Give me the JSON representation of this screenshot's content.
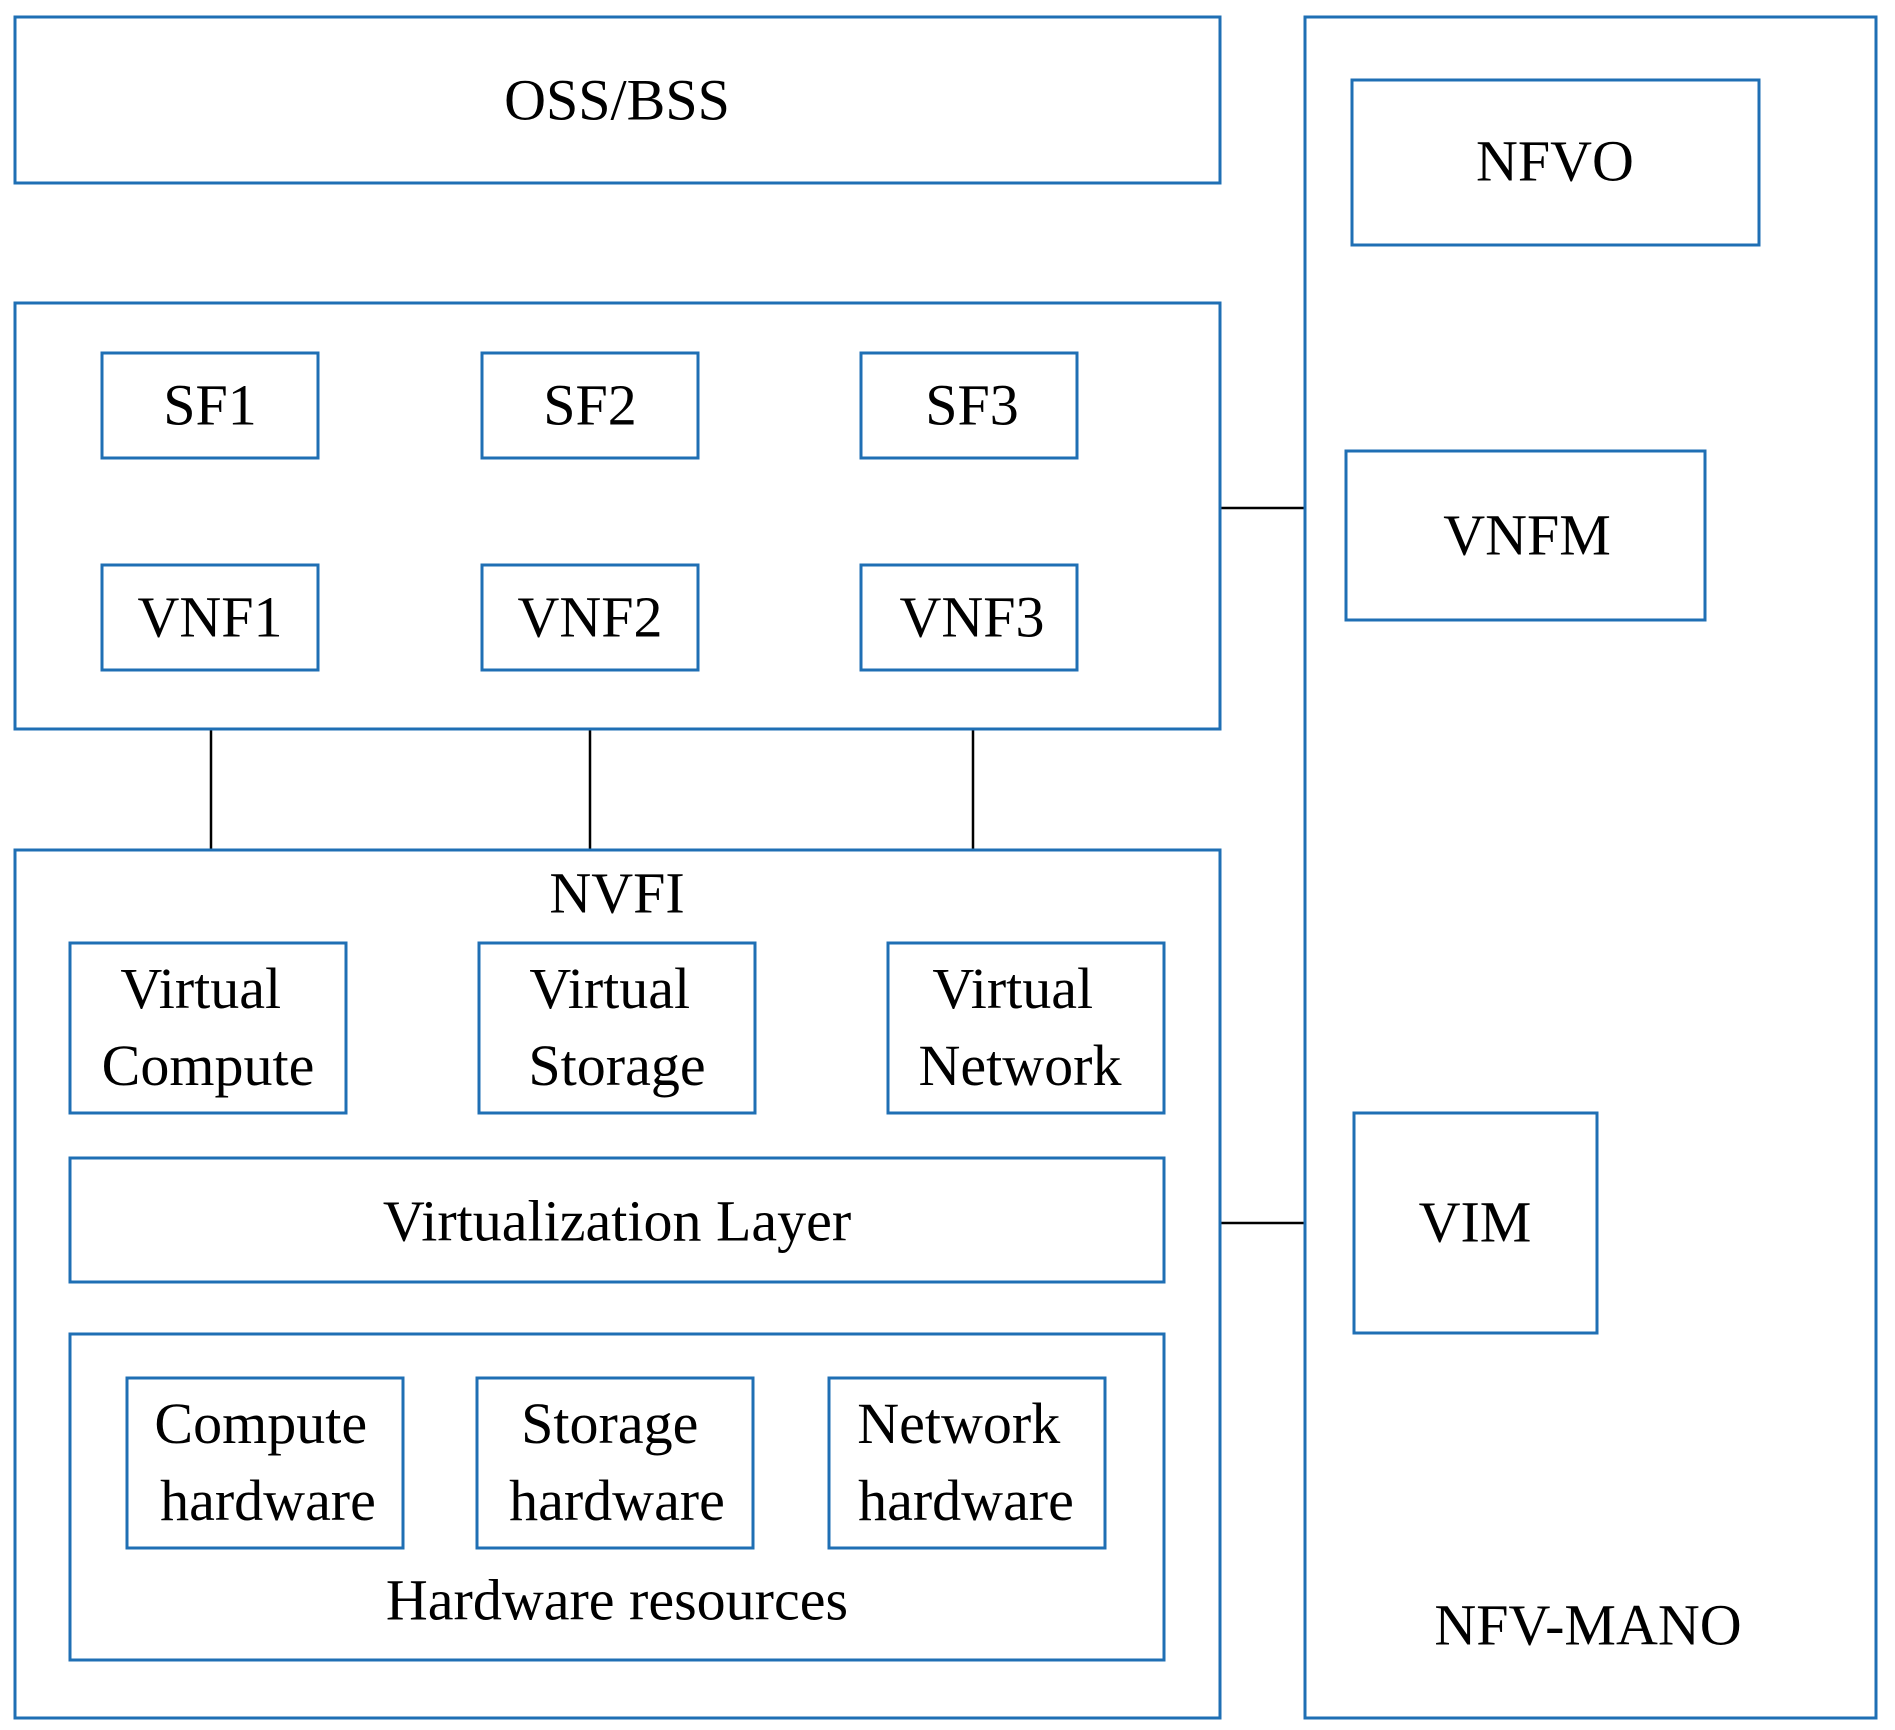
{
  "diagram": {
    "oss_bss": "OSS/BSS",
    "nfv_mano": {
      "title": "NFV-MANO",
      "nfvo": "NFVO",
      "vnfm": "VNFM",
      "vim": "VIM"
    },
    "vnf_layer": {
      "service_functions": [
        "SF1",
        "SF2",
        "SF3"
      ],
      "vnfs": [
        "VNF1",
        "VNF2",
        "VNF3"
      ]
    },
    "nvfi": {
      "title": "NVFI",
      "virtual_resources": [
        [
          "Virtual",
          "Compute"
        ],
        [
          "Virtual",
          "Storage"
        ],
        [
          "Virtual",
          "Network"
        ]
      ],
      "virtualization_layer": "Virtualization Layer",
      "hardware": {
        "title": "Hardware resources",
        "items": [
          [
            "Compute",
            "hardware"
          ],
          [
            "Storage",
            "hardware"
          ],
          [
            "Network",
            "hardware"
          ]
        ]
      }
    }
  }
}
